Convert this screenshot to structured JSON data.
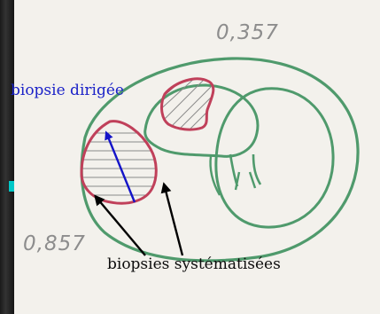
{
  "labels": {
    "targeted_biopsy": "biopsie dirigée",
    "systematic_biopsies": "biopsies systématisées"
  },
  "handwritten": {
    "top_value": "0,357",
    "bottom_value": "0,857"
  },
  "colors": {
    "outline": "#4f9a6c",
    "lesion": "#c0405a",
    "targeted_label": "#1b22c8",
    "arrow_blue": "#1414c8",
    "arrow_black": "#000000",
    "paper": "#f3f1ec"
  }
}
